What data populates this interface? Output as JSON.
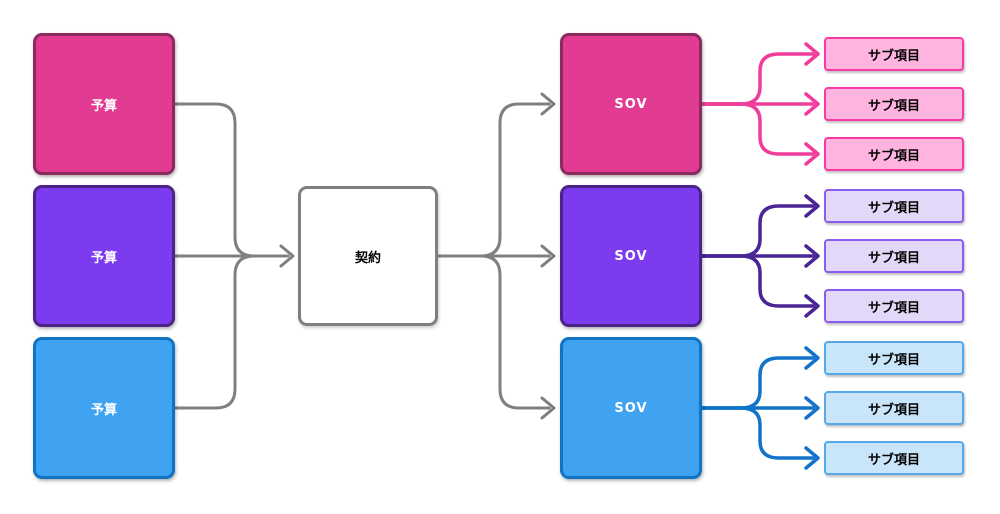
{
  "connector_color": "#7F7F7F",
  "background": "#FFFFFF",
  "contract": {
    "label": "契約",
    "fill": "#FFFFFF",
    "border": "#7F7F7F"
  },
  "branches": [
    {
      "id": "pink",
      "budget_label": "予算",
      "sov_label": "SOV",
      "sub_items": [
        "サブ項目",
        "サブ項目",
        "サブ項目"
      ],
      "colors": {
        "node_fill": "#E23C92",
        "node_border": "#8B2A5E",
        "arrow": "#F03C9B",
        "sub_fill": "#FFB3DF",
        "sub_border": "#F63CA4"
      }
    },
    {
      "id": "purple",
      "budget_label": "予算",
      "sov_label": "SOV",
      "sub_items": [
        "サブ項目",
        "サブ項目",
        "サブ項目"
      ],
      "colors": {
        "node_fill": "#7C3BEE",
        "node_border": "#4B2389",
        "arrow": "#4A2596",
        "sub_fill": "#E3D8F8",
        "sub_border": "#8A5CF0"
      }
    },
    {
      "id": "blue",
      "budget_label": "予算",
      "sov_label": "SOV",
      "sub_items": [
        "サブ項目",
        "サブ項目",
        "サブ項目"
      ],
      "colors": {
        "node_fill": "#3FA3F2",
        "node_border": "#1173C4",
        "arrow": "#1273C9",
        "sub_fill": "#C9E5FA",
        "sub_border": "#55A9E8"
      }
    }
  ]
}
